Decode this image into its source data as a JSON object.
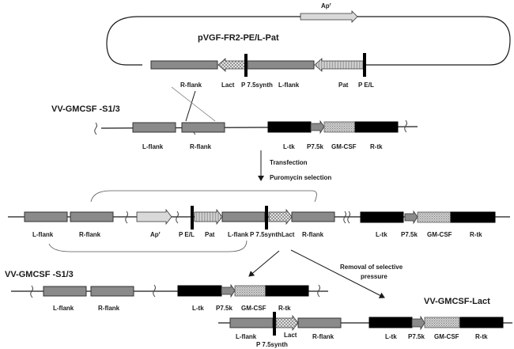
{
  "plasmid": {
    "name": "pVGF-FR2-PE/L-Pat",
    "labels": {
      "ap": "Ap",
      "ap_sup": "r",
      "r_flank": "R-flank",
      "lact": "Lact",
      "p75synth": "P 7.5synth",
      "l_flank": "L-flank",
      "pat": "Pat",
      "pel": "P E/L"
    }
  },
  "parent_virus": {
    "name": "VV-GMCSF -S1/3",
    "labels": {
      "l_flank": "L-flank",
      "r_flank": "R-flank",
      "l_tk": "L-tk",
      "p75k": "P7.5k",
      "gmcsf": "GM-CSF",
      "r_tk": "R-tk"
    }
  },
  "step1": {
    "line1": "Transfection",
    "line2": "Puromycin selection"
  },
  "intermediate": {
    "labels": {
      "l_flank": "L-flank",
      "r_flank": "R-flank",
      "ap": "Ap",
      "ap_sup": "r",
      "pel": "P E/L",
      "pat": "Pat",
      "l_flank2": "L-flank",
      "p75synth": "P 7.5synth",
      "lact": "Lact",
      "r_flank2": "R-flank",
      "l_tk": "L-tk",
      "p75k": "P7.5k",
      "gmcsf": "GM-CSF",
      "r_tk": "R-tk"
    }
  },
  "step2": {
    "line1": "Removal of selective",
    "line2": "pressure"
  },
  "revertant": {
    "name": "VV-GMCSF -S1/3",
    "labels": {
      "l_flank": "L-flank",
      "r_flank": "R-flank",
      "l_tk": "L-tk",
      "p75k": "P7.5k",
      "gmcsf": "GM-CSF",
      "r_tk": "R-tk"
    }
  },
  "product": {
    "name": "VV-GMCSF-Lact",
    "labels": {
      "l_flank": "L-flank",
      "p75synth": "P 7.5synth",
      "lact": "Lact",
      "r_flank": "R-flank",
      "l_tk": "L-tk",
      "p75k": "P7.5k",
      "gmcsf": "GM-CSF",
      "r_tk": "R-tk"
    }
  }
}
